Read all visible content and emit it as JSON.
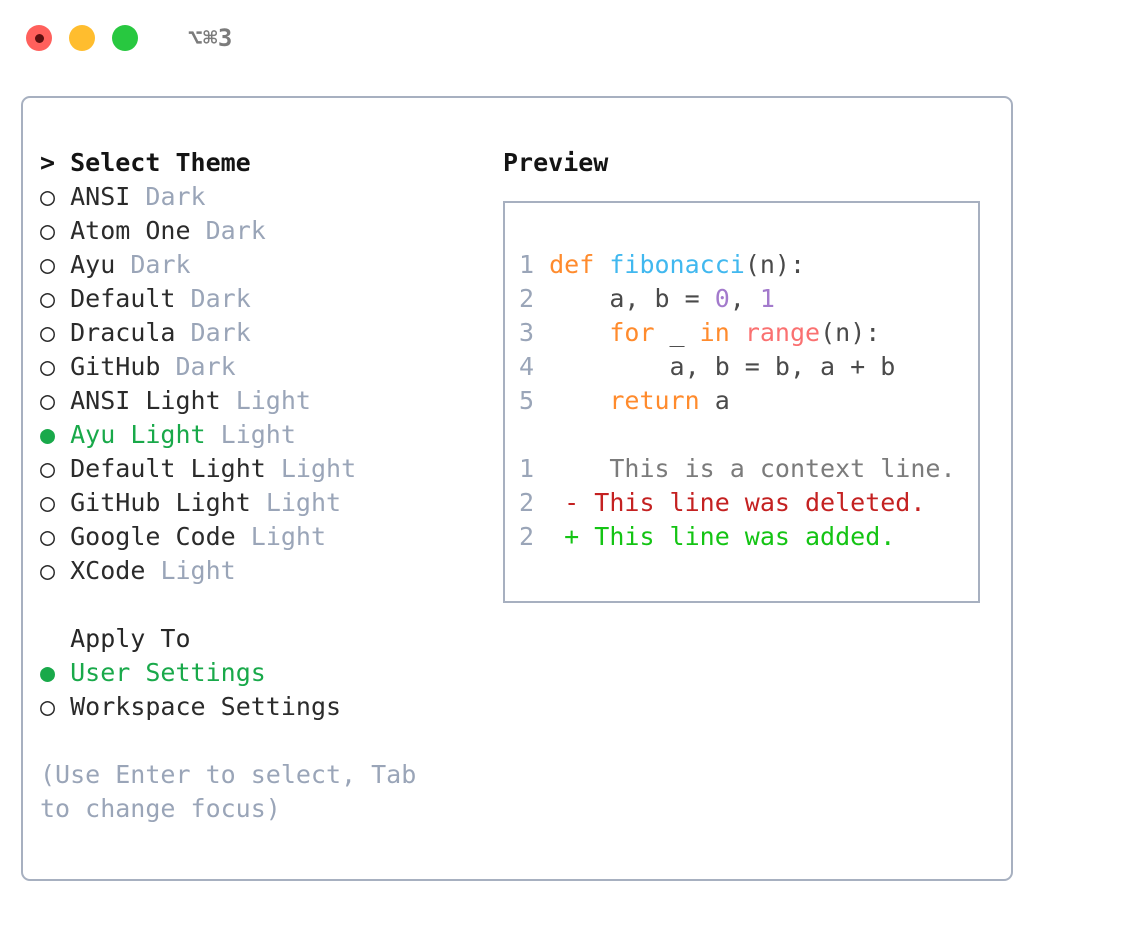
{
  "window": {
    "title": "⌥⌘3",
    "traffic_lights": [
      {
        "name": "close-button",
        "color": "#ff605c"
      },
      {
        "name": "minimize-button",
        "color": "#ffbd2e"
      },
      {
        "name": "maximize-button",
        "color": "#28c840"
      }
    ]
  },
  "colors": {
    "accent_green": "#19a94a",
    "muted": "#9aa5b8",
    "border": "#a7b0c0",
    "keyword": "#ff8b2d",
    "function": "#41b8ef",
    "number": "#a37acc",
    "builtin": "#fa7171",
    "diff_added": "#14c414",
    "diff_deleted": "#c42121",
    "diff_context": "#7b7b7b"
  },
  "theme_list": {
    "heading": "> Select Theme",
    "items": [
      {
        "marker": "○",
        "label": "ANSI",
        "variant": "Dark",
        "selected": false
      },
      {
        "marker": "○",
        "label": "Atom One",
        "variant": "Dark",
        "selected": false
      },
      {
        "marker": "○",
        "label": "Ayu",
        "variant": "Dark",
        "selected": false
      },
      {
        "marker": "○",
        "label": "Default",
        "variant": "Dark",
        "selected": false
      },
      {
        "marker": "○",
        "label": "Dracula",
        "variant": "Dark",
        "selected": false
      },
      {
        "marker": "○",
        "label": "GitHub",
        "variant": "Dark",
        "selected": false
      },
      {
        "marker": "○",
        "label": "ANSI Light",
        "variant": "Light",
        "selected": false
      },
      {
        "marker": "●",
        "label": "Ayu Light",
        "variant": "Light",
        "selected": true
      },
      {
        "marker": "○",
        "label": "Default Light",
        "variant": "Light",
        "selected": false
      },
      {
        "marker": "○",
        "label": "GitHub Light",
        "variant": "Light",
        "selected": false
      },
      {
        "marker": "○",
        "label": "Google Code",
        "variant": "Light",
        "selected": false
      },
      {
        "marker": "○",
        "label": "XCode",
        "variant": "Light",
        "selected": false
      }
    ]
  },
  "apply_to": {
    "heading": "  Apply To",
    "items": [
      {
        "marker": "●",
        "label": "User Settings",
        "selected": true
      },
      {
        "marker": "○",
        "label": "Workspace Settings",
        "selected": false
      }
    ]
  },
  "hint": "(Use Enter to select, Tab to change focus)",
  "preview": {
    "title": "Preview",
    "code_lines": [
      {
        "lineno": "1",
        "tokens": [
          {
            "text": "def ",
            "type": "keyword"
          },
          {
            "text": "fibonacci",
            "type": "function"
          },
          {
            "text": "(n):",
            "type": "punct"
          }
        ]
      },
      {
        "lineno": "2",
        "tokens": [
          {
            "text": "    a, b = ",
            "type": "plain"
          },
          {
            "text": "0",
            "type": "number"
          },
          {
            "text": ", ",
            "type": "plain"
          },
          {
            "text": "1",
            "type": "number"
          }
        ]
      },
      {
        "lineno": "3",
        "tokens": [
          {
            "text": "    ",
            "type": "plain"
          },
          {
            "text": "for",
            "type": "keyword"
          },
          {
            "text": " _ ",
            "type": "plain"
          },
          {
            "text": "in",
            "type": "keyword"
          },
          {
            "text": " ",
            "type": "plain"
          },
          {
            "text": "range",
            "type": "builtin"
          },
          {
            "text": "(n):",
            "type": "punct"
          }
        ]
      },
      {
        "lineno": "4",
        "tokens": [
          {
            "text": "        a, b = b, a + b",
            "type": "plain"
          }
        ]
      },
      {
        "lineno": "5",
        "tokens": [
          {
            "text": "    ",
            "type": "plain"
          },
          {
            "text": "return",
            "type": "keyword"
          },
          {
            "text": " a",
            "type": "plain"
          }
        ]
      }
    ],
    "diff_lines": [
      {
        "lineno": "1",
        "sign": " ",
        "text": "  This is a context line.",
        "type": "context"
      },
      {
        "lineno": "2",
        "sign": "-",
        "text": " This line was deleted.",
        "type": "deleted"
      },
      {
        "lineno": "2",
        "sign": "+",
        "text": " This line was added.",
        "type": "added"
      }
    ]
  }
}
